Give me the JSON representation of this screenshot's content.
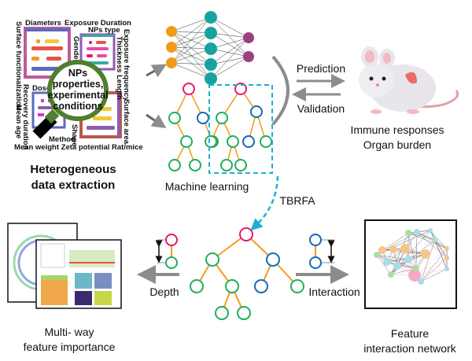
{
  "extraction": {
    "magnifier_lines": [
      "NPs",
      "properties,",
      "experimental",
      "conditions"
    ],
    "feature_labels": {
      "diameters": "Diameters",
      "exposure_duration": "Exposure Duration",
      "nps_type": "NPs type",
      "gender": "Gender",
      "thickness_length": "Thickness Length",
      "exposure_frequency": "Exposure frequency",
      "surface_functionalization": "Surface functionalization",
      "recovery_duration": "Recovery duration",
      "mean_age": "Mean age",
      "dose": "Dose",
      "surface_area": "Surface area",
      "shape": "Shape",
      "method": "Method",
      "bottom_row": "Mean weight Zeta potential Rat/mice"
    },
    "title_lines": [
      "Heterogeneous",
      "data extraction"
    ]
  },
  "ml": {
    "label": "Machine learning"
  },
  "loop": {
    "prediction": "Prediction",
    "validation": "Validation"
  },
  "outcome": {
    "lines": [
      "Immune responses",
      "Organ burden"
    ]
  },
  "tbrfa": {
    "label": "TBRFA"
  },
  "depth": {
    "label": "Depth"
  },
  "interaction": {
    "label": "Interaction"
  },
  "importance": {
    "lines": [
      "Multi- way",
      "feature importance"
    ]
  },
  "network": {
    "lines": [
      "Feature",
      "interaction network"
    ]
  },
  "colors": {
    "pink": "#e6186e",
    "green": "#1fae5b",
    "blue": "#1568b8",
    "orange": "#f39a1e",
    "teal": "#16a3a0",
    "purple": "#9c3f7e",
    "cyan": "#1bb0cf",
    "gray": "#8c8c8c",
    "magnifier": "#4f7f2c"
  }
}
